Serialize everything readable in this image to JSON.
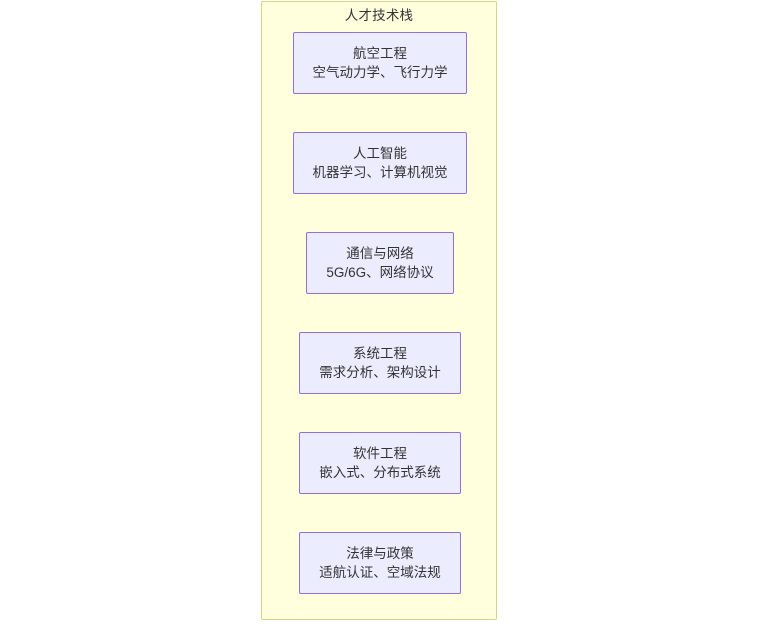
{
  "diagram": {
    "type": "flowchart",
    "cluster": {
      "title": "人才技术栈",
      "fill_color": "#ffffde",
      "border_color": "#d6d67e"
    },
    "node_style": {
      "fill_color": "#ececff",
      "border_color": "#9370db",
      "text_color": "#333333"
    },
    "nodes": [
      {
        "id": "aero",
        "title": "航空工程",
        "detail": "空气动力学、飞行力学"
      },
      {
        "id": "ai",
        "title": "人工智能",
        "detail": "机器学习、计算机视觉"
      },
      {
        "id": "comm",
        "title": "通信与网络",
        "detail": "5G/6G、网络协议"
      },
      {
        "id": "systems",
        "title": "系统工程",
        "detail": "需求分析、架构设计"
      },
      {
        "id": "software",
        "title": "软件工程",
        "detail": "嵌入式、分布式系统"
      },
      {
        "id": "legal",
        "title": "法律与政策",
        "detail": "适航认证、空域法规"
      }
    ]
  }
}
